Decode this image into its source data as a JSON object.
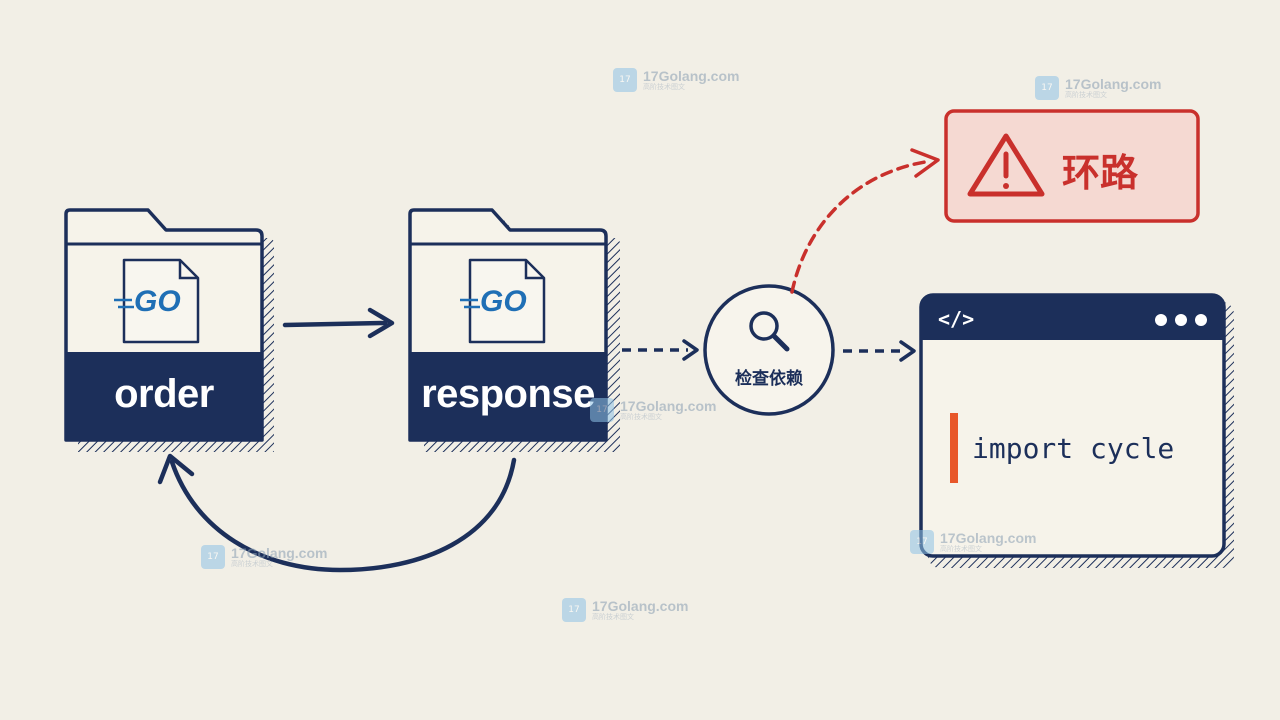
{
  "folders": [
    {
      "name": "order",
      "badge": "GO"
    },
    {
      "name": "response",
      "badge": "GO"
    }
  ],
  "check": {
    "label": "检查依赖",
    "icon": "magnifier-icon"
  },
  "alert": {
    "label": "环路",
    "icon": "warning-triangle-icon",
    "color": "#c9302c"
  },
  "terminal": {
    "tag": "</>",
    "code": "import cycle",
    "accent": "#e8572a"
  },
  "watermark": {
    "site": "17Golang.com",
    "sub": "高阶技术图文"
  },
  "colors": {
    "navy": "#1c2f5a",
    "red": "#c9302c",
    "background": "#f2efe6"
  }
}
